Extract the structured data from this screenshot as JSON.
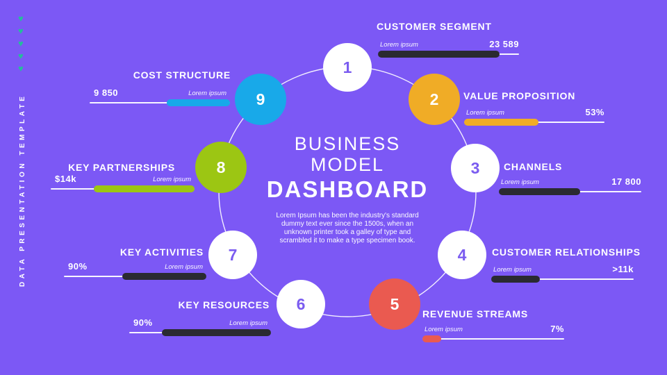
{
  "slide": {
    "background_color": "#7c58f5",
    "sidebar": {
      "hearts_count": 5,
      "heart_icon": "♥",
      "heart_color": "#23bd9b",
      "vertical_text": "DATA PRESENTATION TEMPLATE"
    },
    "center": {
      "title_line1": "BUSINESS",
      "title_line2": "MODEL",
      "title_line3": "DASHBOARD",
      "description": "Lorem Ipsum has been the industry's standard dummy text ever since the 1500s, when an unknown printer took a galley of type and scrambled it to make a type specimen book."
    },
    "ring_color": "#ffffff",
    "items": [
      {
        "id": "customer-segment",
        "number": "1",
        "title": "CUSTOMER SEGMENT",
        "bar_label": "Lorem ipsum",
        "value": "23 589",
        "circle_color": "#ffffff",
        "number_color": "#7b5cf0",
        "bar_color": "#2a2a31",
        "percent": 86
      },
      {
        "id": "value-proposition",
        "number": "2",
        "title": "VALUE PROPOSITION",
        "bar_label": "Lorem ipsum",
        "value": "53%",
        "circle_color": "#f0ac26",
        "number_color": "#ffffff",
        "bar_color": "#f0ac26",
        "percent": 53
      },
      {
        "id": "channels",
        "number": "3",
        "title": "CHANNELS",
        "bar_label": "Lorem ipsum",
        "value": "17 800",
        "circle_color": "#ffffff",
        "number_color": "#7b5cf0",
        "bar_color": "#2a2a31",
        "percent": 57
      },
      {
        "id": "customer-relationships",
        "number": "4",
        "title": "CUSTOMER RELATIONSHIPS",
        "bar_label": "Lorem ipsum",
        "value": ">11k",
        "circle_color": "#ffffff",
        "number_color": "#7b5cf0",
        "bar_color": "#2a2a31",
        "percent": 34
      },
      {
        "id": "revenue-streams",
        "number": "5",
        "title": "REVENUE STREAMS",
        "bar_label": "Lorem ipsum",
        "value": "7%",
        "circle_color": "#ea5a50",
        "number_color": "#ffffff",
        "bar_color": "#ea5a50",
        "percent": 13
      },
      {
        "id": "key-resources",
        "number": "6",
        "title": "KEY RESOURCES",
        "bar_label": "Lorem ipsum",
        "value": "90%",
        "circle_color": "#ffffff",
        "number_color": "#7b5cf0",
        "bar_color": "#2a2a31",
        "percent": 77
      },
      {
        "id": "key-activities",
        "number": "7",
        "title": "KEY ACTIVITIES",
        "bar_label": "Lorem ipsum",
        "value": "90%",
        "circle_color": "#ffffff",
        "number_color": "#7b5cf0",
        "bar_color": "#2a2a31",
        "percent": 59
      },
      {
        "id": "key-partnerships",
        "number": "8",
        "title": "KEY PARTNERSHIPS",
        "bar_label": "Lorem ipsum",
        "value": "$14k",
        "circle_color": "#9cc613",
        "number_color": "#ffffff",
        "bar_color": "#9cc613",
        "percent": 70
      },
      {
        "id": "cost-structure",
        "number": "9",
        "title": "COST STRUCTURE",
        "bar_label": "Lorem ipsum",
        "value": "9 850",
        "circle_color": "#18a9e9",
        "number_color": "#ffffff",
        "bar_color": "#18a9e9",
        "percent": 45
      }
    ]
  }
}
